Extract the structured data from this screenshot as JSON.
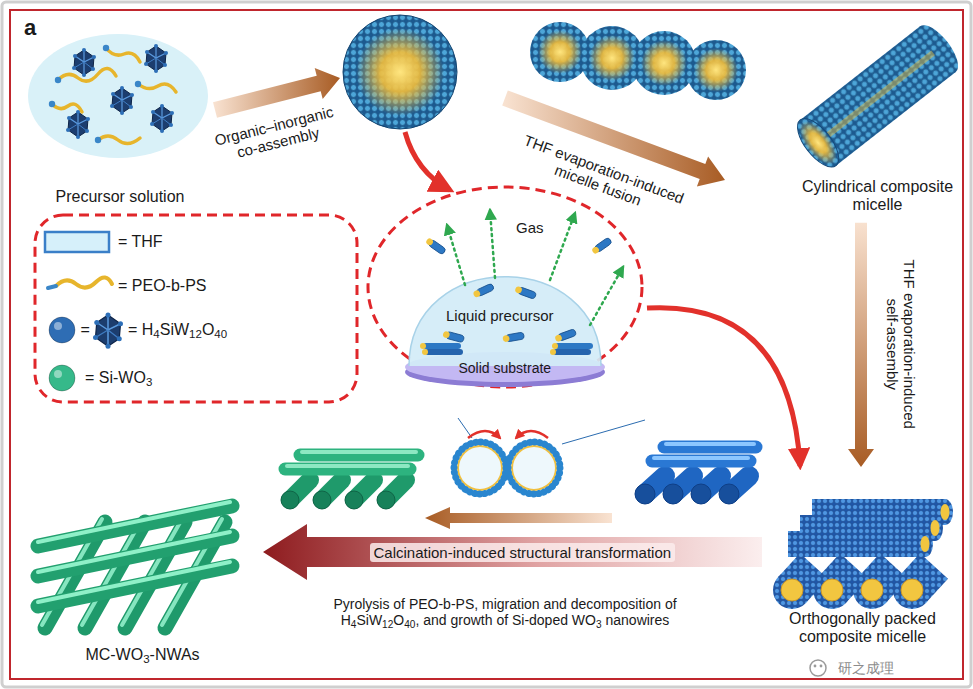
{
  "diagram": {
    "nodes": [
      {
        "text": [
          "Precursor solution"
        ]
      },
      {
        "text": [
          "Cylindrical composite micelle"
        ]
      },
      {
        "text": [
          "Gas",
          "Liquid precursor",
          "Solid substrate"
        ]
      },
      {
        "text": [
          "Orthogonally packed composite micelle"
        ]
      },
      {
        "text": [
          "MC-WO3-NWAs"
        ]
      }
    ],
    "edges": [
      {
        "from": 1,
        "to": 3,
        "arrow": "to",
        "label": "THF evaporation-induced self-assembly"
      },
      {
        "from": 2,
        "to": 3,
        "arrow": "to"
      },
      {
        "from": 3,
        "to": 4,
        "arrow": "to",
        "label": "Calcination-induced structural transformation"
      }
    ],
    "labels": [
      "a",
      "Organic–inorganic co-assembly",
      "THF evaporation-induced micelle fusion",
      "=",
      "Pyrolysis of PEO-b-PS, migration and decomposition of H4SiW12O40, and growth of Si-doped WO3 nanowires",
      "研之成理"
    ],
    "legend": [
      {
        "text": "= THF",
        "color": "#d6f0fa"
      },
      {
        "text": "= PEO-b-PS"
      },
      {
        "text": "= H4SiW12O40",
        "color": "#2e6db4"
      },
      {
        "text": "= Si-WO3",
        "color": "#36b98a"
      }
    ]
  }
}
